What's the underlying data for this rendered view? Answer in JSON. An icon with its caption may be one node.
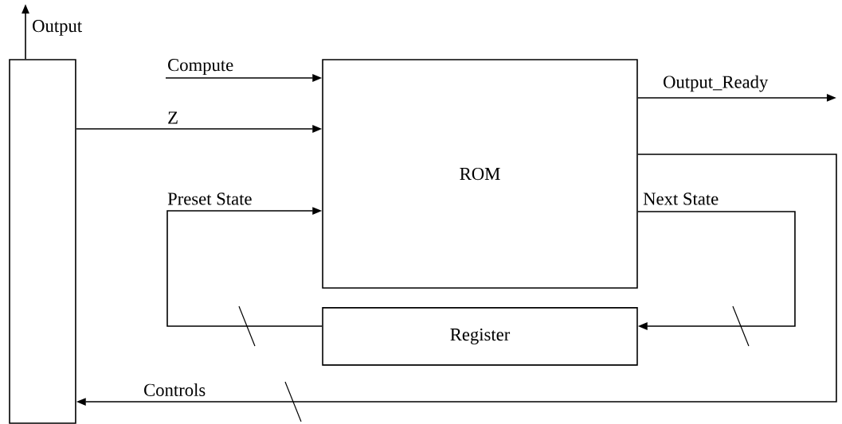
{
  "diagram": {
    "nodes": [
      {
        "text": [],
        "shape": "box"
      },
      {
        "text": [
          "ROM"
        ]
      },
      {
        "text": [
          "Register"
        ]
      }
    ],
    "edges": [
      {
        "from": 0,
        "to": null,
        "arrow": "to",
        "label": "Output"
      },
      {
        "from": null,
        "to": 1,
        "arrow": "to",
        "label": "Compute"
      },
      {
        "from": 0,
        "to": 1,
        "arrow": "to",
        "label": "Z"
      },
      {
        "from": 1,
        "to": null,
        "arrow": "to",
        "label": "Output_Ready"
      },
      {
        "from": 2,
        "to": 1,
        "arrow": "to",
        "label": "Preset State"
      },
      {
        "from": 1,
        "to": 2,
        "arrow": "to",
        "label": "Next State"
      },
      {
        "from": 1,
        "to": 0,
        "arrow": "to",
        "label": "Controls"
      }
    ]
  }
}
